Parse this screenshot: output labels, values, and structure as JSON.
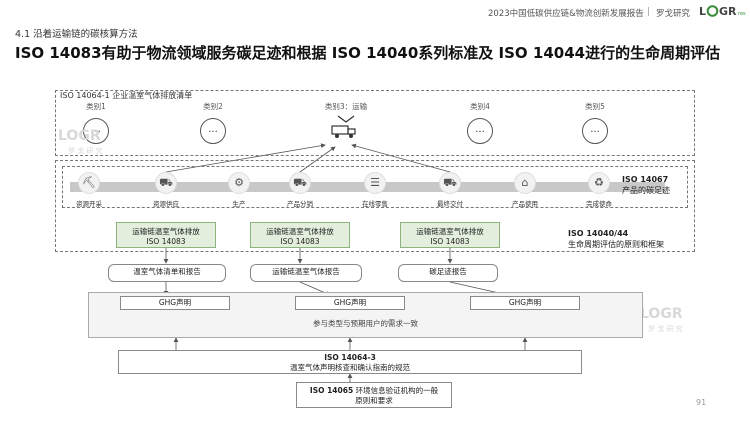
{
  "header": {
    "report_title": "2023中国低碳供应链&物流创新发展报告",
    "brand": "罗戈研究",
    "logo_text": "LOGR",
    "logo_sub": "research"
  },
  "section_label": "4.1 沿着运输链的碳核算方法",
  "title": "ISO 14083有助于物流领域服务碳足迹和根据 ISO 14040系列标准及 ISO 14044进行的生命周期评估",
  "inventory": {
    "label": "ISO 14064-1 企业温室气体排放清单",
    "categories": [
      "类别1",
      "类别2",
      "类别3：运输",
      "类别4",
      "类别5"
    ],
    "placeholder": "..."
  },
  "stages": [
    "资源开采",
    "资源供应",
    "生产",
    "产品分销",
    "在线零售",
    "最终交付",
    "产品使用",
    "完成使命"
  ],
  "iso14067": {
    "code": "ISO 14067",
    "desc": "产品的碳足迹"
  },
  "iso14040": {
    "code": "ISO 14040/44",
    "desc": "生命周期评估的原则和框架"
  },
  "chain_boxes": [
    {
      "line1": "运输链温室气体排放",
      "line2": "ISO 14083"
    },
    {
      "line1": "运输链温室气体排放",
      "line2": "ISO 14083"
    },
    {
      "line1": "运输链温室气体排放",
      "line2": "ISO 14083"
    }
  ],
  "reports": [
    "温室气体清单和报告",
    "运输链温室气体报告",
    "碳足迹报告"
  ],
  "ghg_label": "GHG声明",
  "consistency": "参与类型与预期用户的需求一致",
  "iso14064_3": {
    "code": "ISO 14064-3",
    "desc": "温室气体声明核查和确认指南的规范"
  },
  "iso14065": {
    "code": "ISO 14065",
    "desc1": "环境信息验证机构的一般",
    "desc2": "原则和要求"
  },
  "watermark": {
    "logo": "LOGR",
    "text": "罗 戈 研 究"
  },
  "page_number": "91",
  "colors": {
    "green_fill": "#e3efdc",
    "green_border": "#8db37c",
    "logo_green": "#3a8c3a"
  }
}
